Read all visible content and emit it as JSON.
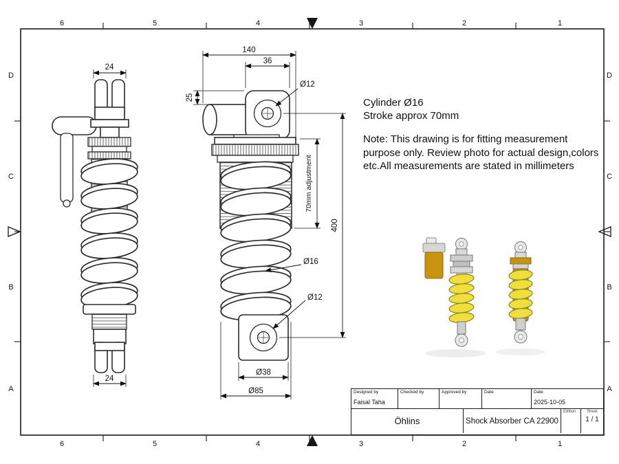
{
  "sheet": {
    "cols": [
      "6",
      "5",
      "4",
      "3",
      "2",
      "1"
    ],
    "rows": [
      "D",
      "C",
      "B",
      "A"
    ]
  },
  "annotations": {
    "cylinder_line": "Cylinder Ø16",
    "stroke_line": "Stroke approx 70mm",
    "note": "Note: This drawing is for fitting measurement purpose only. Review photo for actual design,colors etc.All measurements are stated in millimeters"
  },
  "dims": {
    "side_top_width": "24",
    "side_bottom_width": "24",
    "overall_length_top": "140",
    "eye_block_width": "36",
    "eye_offset": "25",
    "top_eye_dia": "Ø12",
    "adjustment": "70mm adjustment",
    "overall_length": "400",
    "shaft_dia": "Ø16",
    "bottom_eye_dia": "Ø12",
    "base_dia": "Ø38",
    "spring_dia": "Ø85"
  },
  "title_block": {
    "designed_by_label": "Designed by",
    "checked_by_label": "Checked by",
    "approved_by_label": "Approved by",
    "date_label": "Date",
    "date2_label": "Date",
    "designed_by": "Faisal Taha",
    "date_value": "2025-10-05",
    "company": "Öhlins",
    "title": "Shock Absorber CA 22900",
    "edition_label": "Edition",
    "sheet_label": "Sheet",
    "sheet_value": "1 / 1"
  }
}
